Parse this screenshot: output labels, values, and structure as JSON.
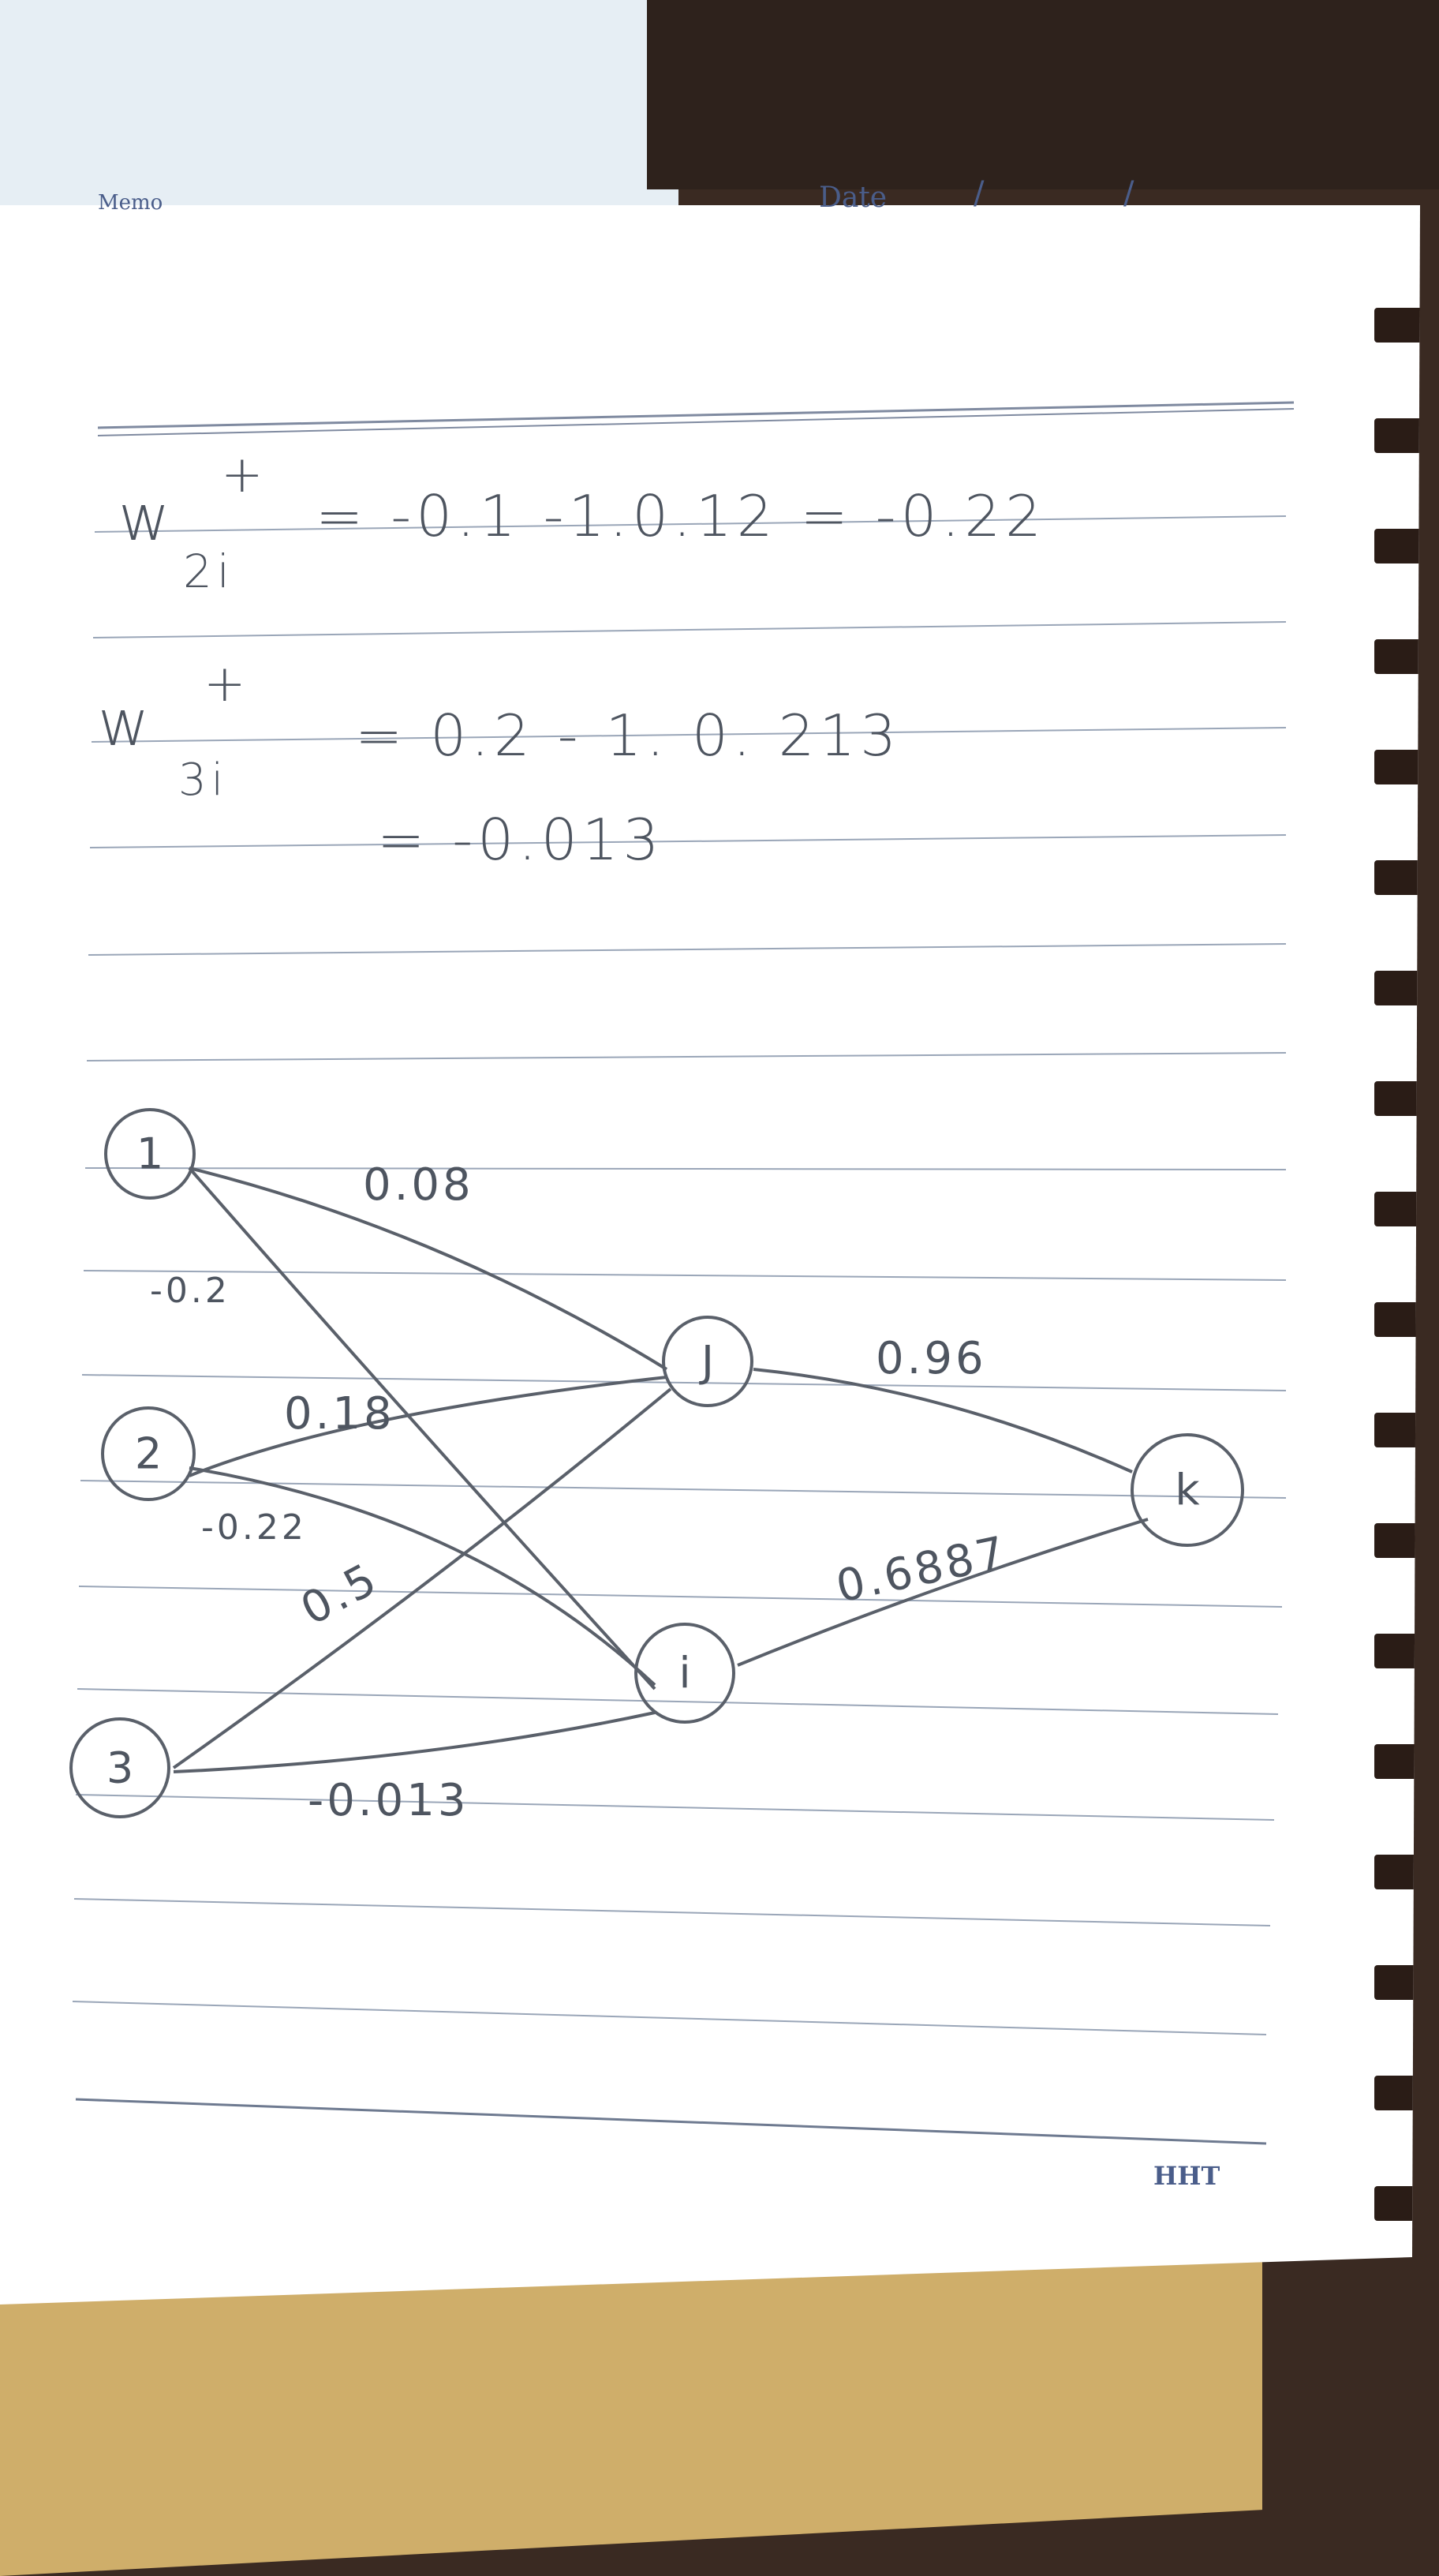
{
  "header": {
    "memo_label": "Memo",
    "date_label": "Date",
    "date_sep1": "/",
    "date_sep2": "/"
  },
  "footer": {
    "mark": "HHT"
  },
  "equations": {
    "line1_lhs": "w",
    "line1_sup": "+",
    "line1_sub": "2i",
    "line1_rhs": "= -0.1  -1.0.12 = -0.22",
    "line2_lhs": "w",
    "line2_sup": "+",
    "line2_sub": "3i",
    "line2_rhs": "= 0.2 - 1. 0. 213",
    "line3_rhs": "= -0.013"
  },
  "diagram": {
    "nodes": [
      {
        "id": "n1",
        "label": "1"
      },
      {
        "id": "n2",
        "label": "2"
      },
      {
        "id": "n3",
        "label": "3"
      },
      {
        "id": "nj",
        "label": "J"
      },
      {
        "id": "ni",
        "label": "i"
      },
      {
        "id": "nk",
        "label": "k"
      }
    ],
    "edges": [
      {
        "from": "n1",
        "to": "nj",
        "weight": "0.08"
      },
      {
        "from": "n1",
        "to": "ni",
        "weight": "-0.2"
      },
      {
        "from": "n2",
        "to": "nj",
        "weight": "0.18"
      },
      {
        "from": "n2",
        "to": "ni",
        "weight": "-0.22"
      },
      {
        "from": "n3",
        "to": "nj",
        "weight": "0.5"
      },
      {
        "from": "n3",
        "to": "ni",
        "weight": "-0.013"
      },
      {
        "from": "nj",
        "to": "nk",
        "weight": "0.96"
      },
      {
        "from": "ni",
        "to": "nk",
        "weight": "0.6887"
      }
    ]
  },
  "colors": {
    "ink": "#4e5560",
    "print": "#4a5d8a",
    "paper": "#ffffff"
  }
}
